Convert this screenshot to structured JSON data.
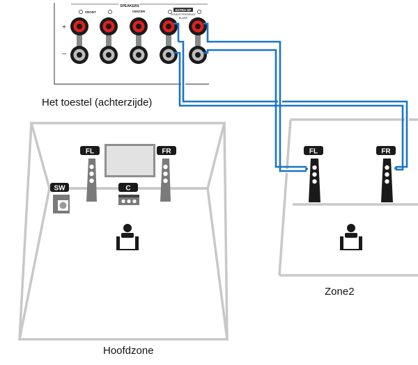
{
  "panel": {
    "header": "SPEAKERS",
    "group_front": "FRONT",
    "group_center": "CENTER",
    "group_extra_l1": "EXTRA SP",
    "group_extra_l2": "ZONE2/F.PRESENCE",
    "group_extra_l3": "BI-AMP",
    "plus_sign": "+",
    "minus_sign": "–",
    "caption": "Het toestel (achterzijde)"
  },
  "main_zone": {
    "caption": "Hoofdzone",
    "labels": {
      "front_left": "FL",
      "front_right": "FR",
      "center": "C",
      "subwoofer": "SW"
    }
  },
  "zone2": {
    "caption": "Zone2",
    "labels": {
      "front_left": "FL",
      "front_right": "FR"
    }
  },
  "colors": {
    "cable": "#1b73c9",
    "terminal_positive": "#e02020",
    "room_wall": "#c8c8c8",
    "room_floor": "#e3e3e3",
    "speaker": "#7a7a7a",
    "zone2_speaker": "#1a1a1a",
    "badge": "#1a1a1a"
  },
  "icons": {
    "listener": "armchair-listener-icon",
    "tv": "tv-icon",
    "terminal": "binding-post-icon"
  }
}
